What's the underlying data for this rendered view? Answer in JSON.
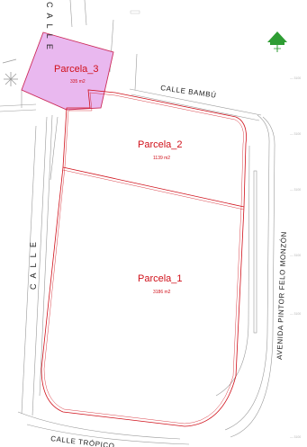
{
  "parcels": [
    {
      "id": "parcela-3",
      "name": "Parcela_3",
      "area": "335 m2",
      "fill": "#e9b8ef",
      "stroke": "#cc2a5a"
    },
    {
      "id": "parcela-2",
      "name": "Parcela_2",
      "area": "1139 m2",
      "fill": "none",
      "stroke": "#d0101a"
    },
    {
      "id": "parcela-1",
      "name": "Parcela_1",
      "area": "3186 m2",
      "fill": "none",
      "stroke": "#d0101a"
    }
  ],
  "streets": {
    "calle_top": "C A L L E",
    "calle_bambu": "CALLE BAMBÚ",
    "calle_left": "C A L L E",
    "avenida": "AVENIDA PINTOR FELO MONZÓN",
    "calle_tropico": "CALLE TRÓPICO"
  },
  "north_arrow": {
    "icon": "north-arrow-icon",
    "color": "#2e9d33"
  },
  "margin_ticks": [
    "— 3100",
    "— 3100",
    "— 3100",
    "— 3100",
    "— 3100",
    "— 3100"
  ],
  "colors": {
    "boundary": "#d0101a",
    "linework": "#9a9a9a",
    "parcel3_fill": "#e9b8ef"
  }
}
